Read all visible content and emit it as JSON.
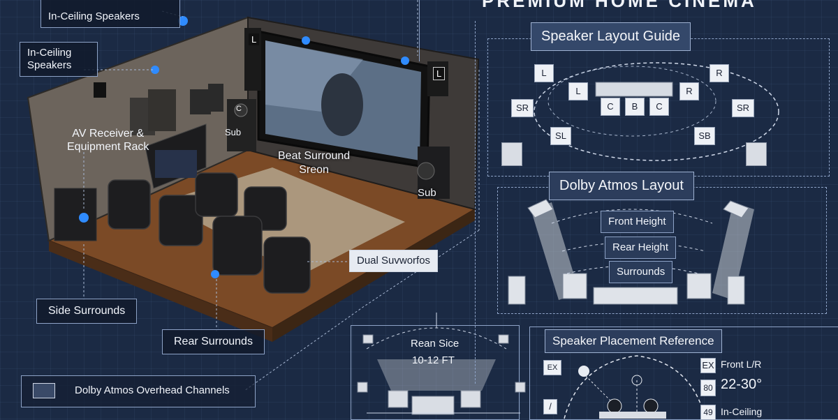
{
  "header": {
    "title": "PREMIUM HOME CINEMA"
  },
  "room_labels": {
    "in_ceiling_top": "In-Ceiling Speakers",
    "in_ceiling_left": "In-Ceiling\nSpeakers",
    "av_receiver": "AV Receiver &\nEquipment Rack",
    "sub_left": "Sub",
    "beat_surround": "Beat Surround\nSreon",
    "sub_right": "Sub",
    "dual_subwoofers": "Dual Suvworfos",
    "side_surrounds": "Side Surrounds",
    "rear_surrounds": "Rear Surrounds",
    "dolby_overhead": "Dolby Atmos Overhead Channels",
    "front_speaker_left": "L",
    "front_speaker_right": "L",
    "center_speaker": "C"
  },
  "speaker_layout": {
    "title": "Speaker Layout Guide",
    "chips": {
      "L_outer": "L",
      "R_outer": "R",
      "L_inner": "L",
      "R_inner": "R",
      "C1": "C",
      "B": "B",
      "C2": "C",
      "SR_left": "SR",
      "SR_right": "SR",
      "SL": "SL",
      "SB": "SB"
    }
  },
  "dolby_layout": {
    "title": "Dolby Atmos Layout",
    "front_height": "Front Height",
    "rear_height": "Rear Height",
    "surrounds": "Surrounds"
  },
  "rear_size": {
    "title": "Rean Sice",
    "distance": "10-12 FT"
  },
  "placement_reference": {
    "title": "Speaker Placement Reference",
    "rows": [
      {
        "key": "EX",
        "text": "Front L/R"
      },
      {
        "key": "80",
        "text": "22-30°"
      },
      {
        "key": "49",
        "text": "In-Ceiling"
      }
    ],
    "side_key": "/"
  },
  "colors": {
    "accent_blue": "#2f8bff",
    "panel": "#34486a",
    "background": "#1b2a44"
  }
}
